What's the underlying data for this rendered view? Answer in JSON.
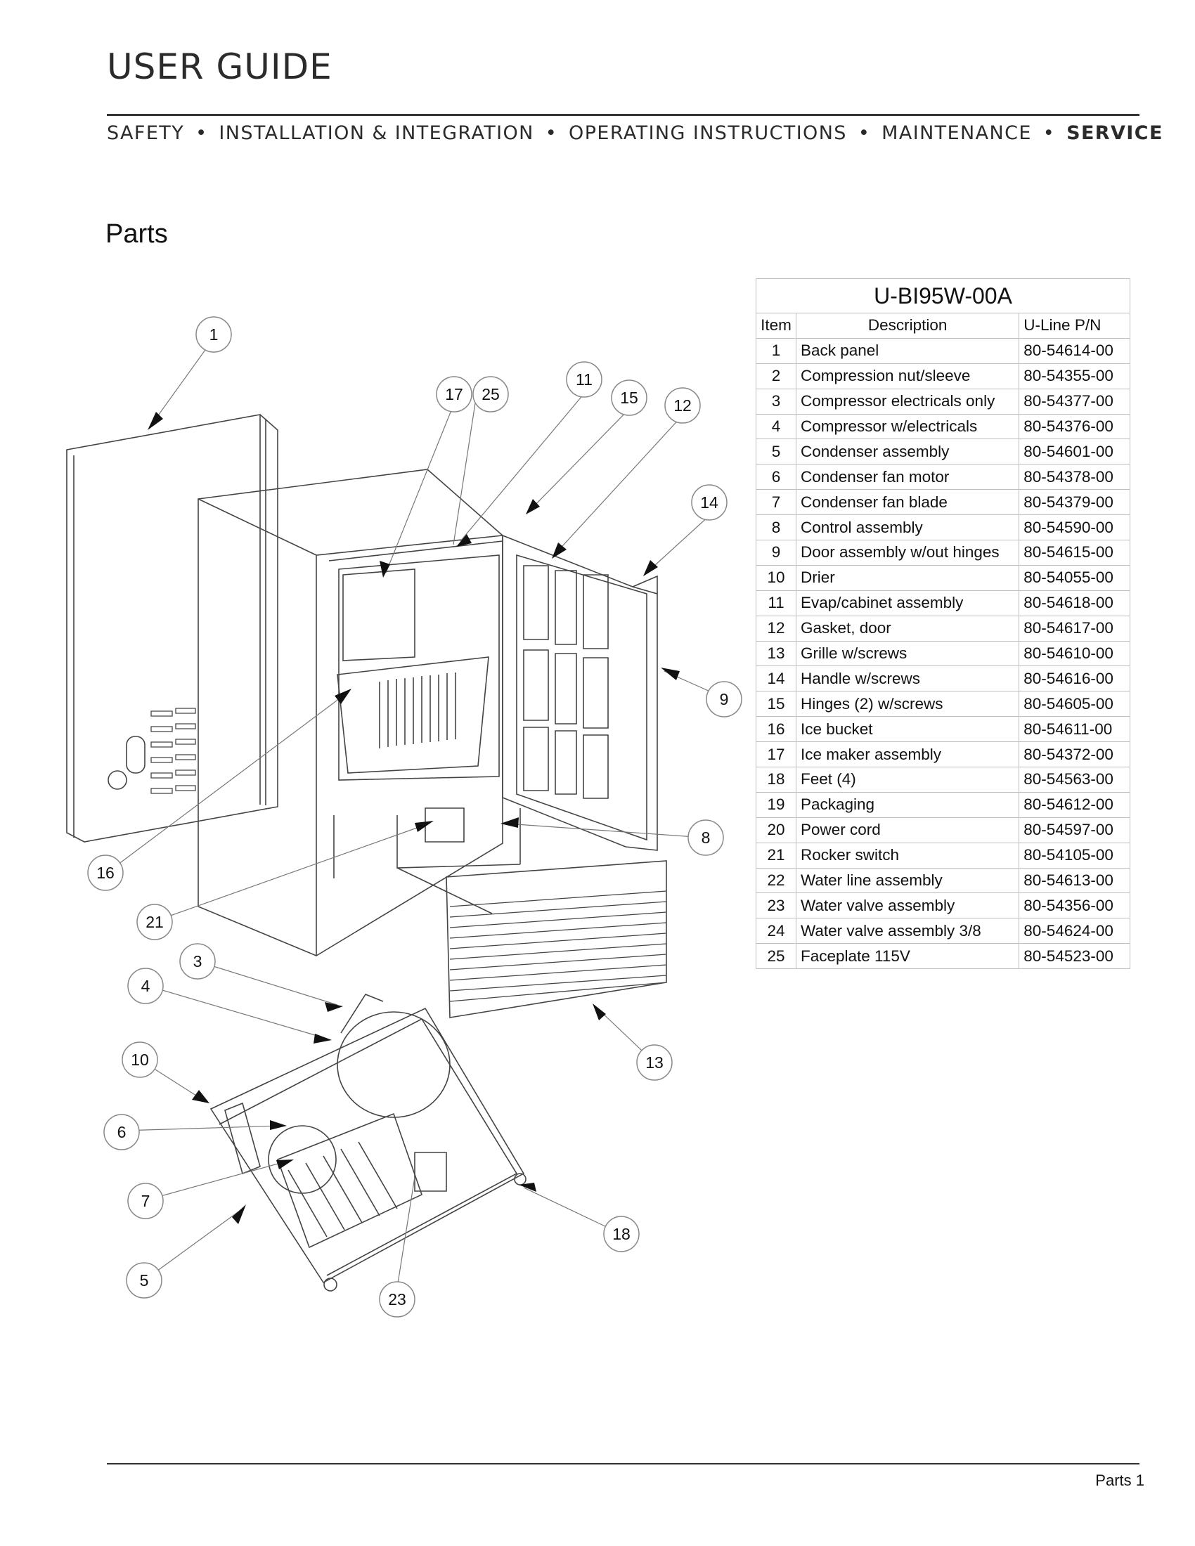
{
  "header": {
    "title": "USER GUIDE",
    "nav": [
      "SAFETY",
      "INSTALLATION & INTEGRATION",
      "OPERATING INSTRUCTIONS",
      "MAINTENANCE",
      "SERVICE"
    ],
    "separator": "•",
    "active_section": "SERVICE"
  },
  "section_title": "Parts",
  "parts_table": {
    "model": "U-BI95W-00A",
    "columns": [
      "Item",
      "Description",
      "U-Line P/N"
    ],
    "rows": [
      [
        "1",
        "Back panel",
        "80-54614-00"
      ],
      [
        "2",
        "Compression nut/sleeve",
        "80-54355-00"
      ],
      [
        "3",
        "Compressor electricals only",
        "80-54377-00"
      ],
      [
        "4",
        "Compressor w/electricals",
        "80-54376-00"
      ],
      [
        "5",
        "Condenser assembly",
        "80-54601-00"
      ],
      [
        "6",
        "Condenser fan motor",
        "80-54378-00"
      ],
      [
        "7",
        "Condenser fan blade",
        "80-54379-00"
      ],
      [
        "8",
        "Control assembly",
        "80-54590-00"
      ],
      [
        "9",
        "Door assembly w/out hinges",
        "80-54615-00"
      ],
      [
        "10",
        "Drier",
        "80-54055-00"
      ],
      [
        "11",
        "Evap/cabinet assembly",
        "80-54618-00"
      ],
      [
        "12",
        "Gasket, door",
        "80-54617-00"
      ],
      [
        "13",
        "Grille w/screws",
        "80-54610-00"
      ],
      [
        "14",
        "Handle w/screws",
        "80-54616-00"
      ],
      [
        "15",
        "Hinges (2) w/screws",
        "80-54605-00"
      ],
      [
        "16",
        "Ice bucket",
        "80-54611-00"
      ],
      [
        "17",
        "Ice maker assembly",
        "80-54372-00"
      ],
      [
        "18",
        "Feet (4)",
        "80-54563-00"
      ],
      [
        "19",
        "Packaging",
        "80-54612-00"
      ],
      [
        "20",
        "Power cord",
        "80-54597-00"
      ],
      [
        "21",
        "Rocker switch",
        "80-54105-00"
      ],
      [
        "22",
        "Water line assembly",
        "80-54613-00"
      ],
      [
        "23",
        "Water valve assembly",
        "80-54356-00"
      ],
      [
        "24",
        "Water valve assembly 3/8",
        "80-54624-00"
      ],
      [
        "25",
        "Faceplate 115V",
        "80-54523-00"
      ]
    ]
  },
  "diagram": {
    "callouts": [
      "1",
      "17",
      "25",
      "11",
      "15",
      "12",
      "14",
      "9",
      "8",
      "16",
      "21",
      "3",
      "4",
      "10",
      "6",
      "7",
      "5",
      "23",
      "18",
      "13"
    ]
  },
  "footer": {
    "page_label": "Parts 1"
  }
}
